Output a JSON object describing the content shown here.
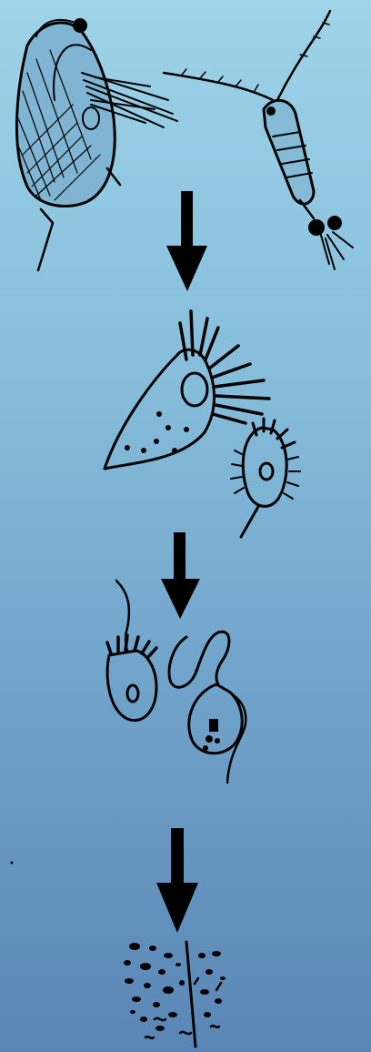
{
  "diagram": {
    "kind": "food-chain-illustration",
    "background_top": "#9ed3e8",
    "background_bottom": "#5a86b5",
    "ink": "#000000",
    "stages": [
      {
        "id": "zooplankton",
        "organisms": [
          "daphnia",
          "copepod"
        ]
      },
      {
        "id": "ciliates",
        "organisms": [
          "large-ciliate",
          "small-ciliate"
        ]
      },
      {
        "id": "flagellates",
        "organisms": [
          "collared-flagellate",
          "coiled-flagellate",
          "bulb-flagellate"
        ]
      },
      {
        "id": "bacteria",
        "organisms": [
          "bacteria-cluster"
        ]
      }
    ],
    "arrows": [
      "arrow-zooplankton-to-ciliates",
      "arrow-ciliates-to-flagellates",
      "arrow-flagellates-to-bacteria"
    ]
  }
}
